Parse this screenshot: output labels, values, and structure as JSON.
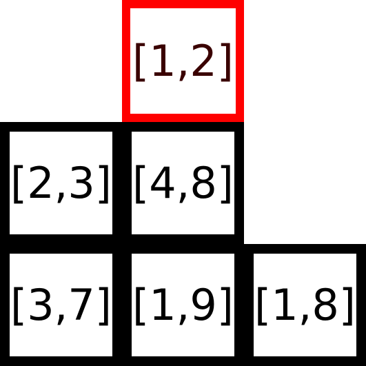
{
  "cells": {
    "top": {
      "label": "[1,2]",
      "highlighted": true
    },
    "middle_left": {
      "label": "[2,3]",
      "highlighted": false
    },
    "middle_center": {
      "label": "[4,8]",
      "highlighted": false
    },
    "bottom_left": {
      "label": "[3,7]",
      "highlighted": false
    },
    "bottom_center": {
      "label": "[1,9]",
      "highlighted": false
    },
    "bottom_right": {
      "label": "[1,8]",
      "highlighted": false
    }
  },
  "colors": {
    "highlight_border": "#ff0000",
    "highlight_text": "#3a0000",
    "normal_border": "#000000",
    "background": "#ffffff"
  }
}
